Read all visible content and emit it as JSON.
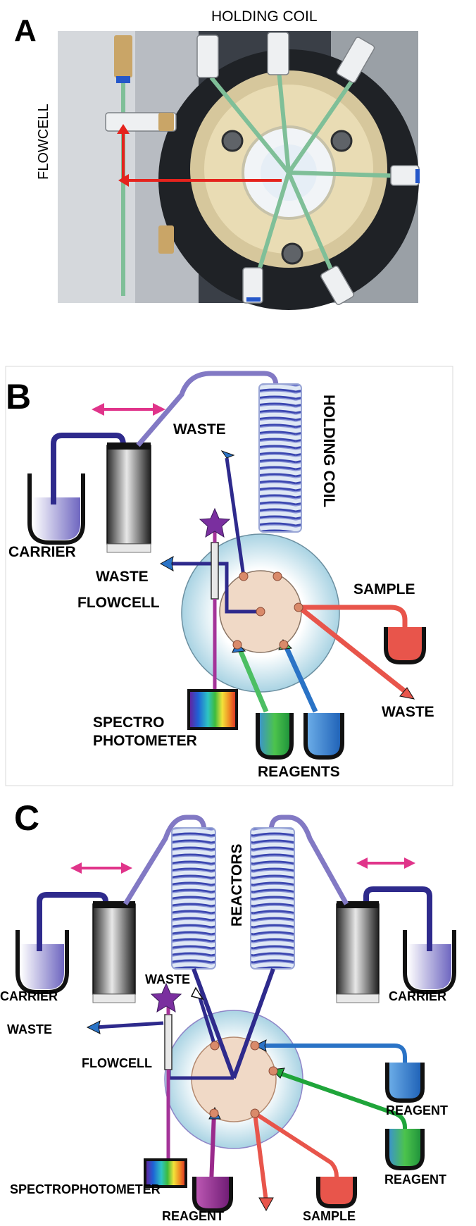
{
  "panel_a": {
    "letter": "A",
    "top_label": "HOLDING COIL",
    "side_label": "FLOWCELL"
  },
  "panel_b": {
    "letter": "B",
    "labels": {
      "waste_top": "WASTE",
      "holding_coil": "HOLDING COIL",
      "carrier": "CARRIER",
      "waste_left": "WASTE",
      "flowcell": "FLOWCELL",
      "sample": "SAMPLE",
      "waste_right": "WASTE",
      "spectro1": "SPECTRO",
      "spectro2": "PHOTOMETER",
      "reagents": "REAGENTS"
    }
  },
  "panel_c": {
    "letter": "C",
    "labels": {
      "reactors": "REACTORS",
      "carrier_left": "CARRIER",
      "carrier_right": "CARRIER",
      "waste_top": "WASTE",
      "waste_left": "WASTE",
      "flowcell": "FLOWCELL",
      "reagent_right1": "REAGENT",
      "reagent_right2": "REAGENT",
      "spectrophotometer": "SPECTROPHOTOMETER",
      "reagent_bottom": "REAGENT",
      "sample": "SAMPLE"
    }
  },
  "colors": {
    "carrier_line": "#2e2a8c",
    "coil_line": "#8279c4",
    "sample": "#e8554b",
    "reagent_blue": "#2a73c6",
    "reagent_green": "#3cb54a",
    "spectro_line": "#a43399",
    "double_arrow": "#e0348a",
    "valve_outer": "#cfe9f2",
    "valve_inner": "#f0d9c6",
    "port": "#d98a6a"
  }
}
